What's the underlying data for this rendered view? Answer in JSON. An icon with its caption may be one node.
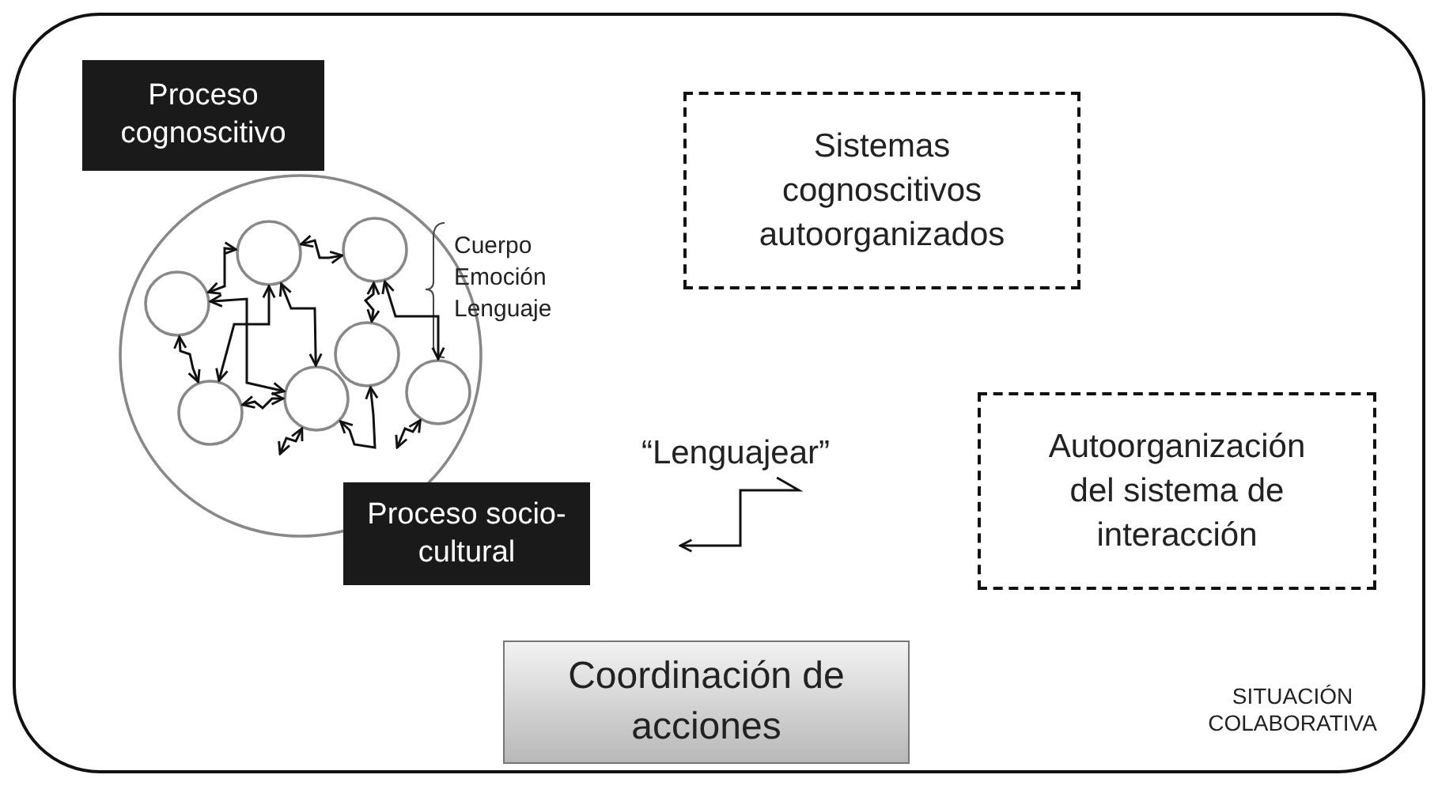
{
  "diagram": {
    "nodes": [
      {
        "text": [
          "SITUACIÓN COLABORATIVA"
        ]
      },
      {
        "text": [],
        "shape": "circle",
        "in": 0
      },
      {
        "text": [
          "Proceso cognoscitivo"
        ],
        "in": 0
      },
      {
        "text": [],
        "shape": "circle",
        "in": 1
      },
      {
        "text": [],
        "shape": "circle",
        "in": 1
      },
      {
        "text": [],
        "shape": "circle",
        "in": 1
      },
      {
        "text": [],
        "shape": "circle",
        "in": 1
      },
      {
        "text": [],
        "shape": "circle",
        "in": 1
      },
      {
        "text": [],
        "shape": "circle",
        "in": 1
      },
      {
        "text": [],
        "shape": "circle",
        "in": 1
      },
      {
        "text": [
          "Proceso socio-cultural"
        ],
        "in": 0
      },
      {
        "text": [
          "Sistemas cognoscitivos autoorganizados"
        ],
        "in": 0
      },
      {
        "text": [
          "Autoorganización del sistema de interacción"
        ],
        "in": 0
      },
      {
        "text": [
          "“Lenguajear”"
        ],
        "in": 0
      },
      {
        "text": [
          "Coordinación de acciones"
        ],
        "in": 0
      }
    ],
    "edges": [
      {
        "from": 3,
        "to": 4,
        "arrow": "both"
      },
      {
        "from": 3,
        "to": 5,
        "arrow": "both"
      },
      {
        "from": 5,
        "to": 7,
        "arrow": "both"
      },
      {
        "from": 3,
        "to": 6,
        "arrow": "both"
      },
      {
        "from": 3,
        "to": 7,
        "arrow": "both"
      },
      {
        "from": 4,
        "to": 8,
        "arrow": "both"
      },
      {
        "from": 4,
        "to": 9,
        "arrow": "both"
      },
      {
        "from": 5,
        "to": 6,
        "arrow": "both"
      },
      {
        "from": 6,
        "to": 7,
        "arrow": "both"
      },
      {
        "from": 7,
        "to": 8,
        "arrow": "both"
      },
      {
        "from": 7,
        "to": null,
        "arrow": "both"
      },
      {
        "from": 9,
        "to": null,
        "arrow": "both"
      },
      {
        "from": 13,
        "to": null,
        "arrow": "to"
      }
    ],
    "labels": [
      "Cuerpo Emoción Lenguaje"
    ]
  }
}
